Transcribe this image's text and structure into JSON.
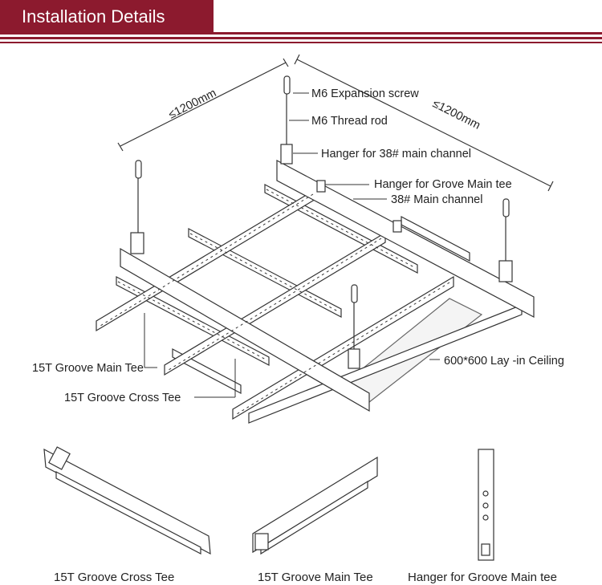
{
  "header": {
    "title": "Installation Details"
  },
  "colors": {
    "accent": "#8c1a2e",
    "line": "#333333"
  },
  "diagram": {
    "dimensions": {
      "left": "≤1200mm",
      "right": "≤1200mm"
    },
    "labels": {
      "expansion_screw": "M6 Expansion screw",
      "thread_rod": "M6 Thread rod",
      "hanger_38": "Hanger for 38# main channel",
      "hanger_grove": "Hanger for Grove Main tee",
      "main_channel": "38# Main channel",
      "main_tee": "15T Groove Main Tee",
      "cross_tee": "15T Groove Cross Tee",
      "ceiling": "600*600 Lay -in Ceiling"
    }
  },
  "parts": {
    "cross_tee": "15T Groove Cross Tee",
    "main_tee": "15T Groove Main Tee",
    "hanger": "Hanger for Groove Main tee"
  }
}
